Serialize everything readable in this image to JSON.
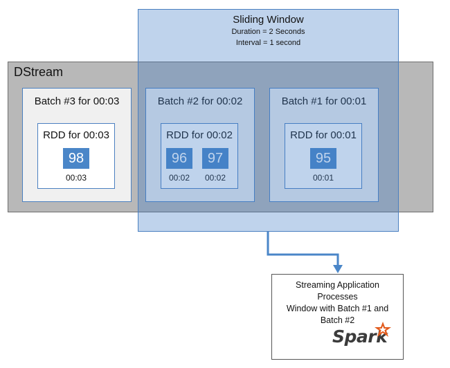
{
  "dstream": {
    "title": "DStream"
  },
  "sliding_window": {
    "title": "Sliding Window",
    "duration": "Duration = 2 Seconds",
    "interval": "Interval = 1 second"
  },
  "batches": [
    {
      "title": "Batch #3 for 00:03",
      "rdd_title": "RDD for 00:03",
      "items": [
        {
          "value": "98",
          "time": "00:03"
        }
      ]
    },
    {
      "title": "Batch #2 for 00:02",
      "rdd_title": "RDD for 00:02",
      "items": [
        {
          "value": "96",
          "time": "00:02"
        },
        {
          "value": "97",
          "time": "00:02"
        }
      ]
    },
    {
      "title": "Batch #1 for 00:01",
      "rdd_title": "RDD for 00:01",
      "items": [
        {
          "value": "95",
          "time": "00:01"
        }
      ]
    }
  ],
  "output": {
    "line1": "Streaming Application",
    "line2": "Processes",
    "line3": "Window with Batch #1 and",
    "line4": "Batch #2",
    "logo": "Spark"
  },
  "colors": {
    "accent_blue": "#4a86c8",
    "border_blue": "#4a7fc0",
    "dstream_gray": "#b8b8b8",
    "window_blue": "#c5d9ef",
    "spark_orange": "#e25a1c"
  },
  "icons": {
    "logo": "spark-star-icon"
  }
}
